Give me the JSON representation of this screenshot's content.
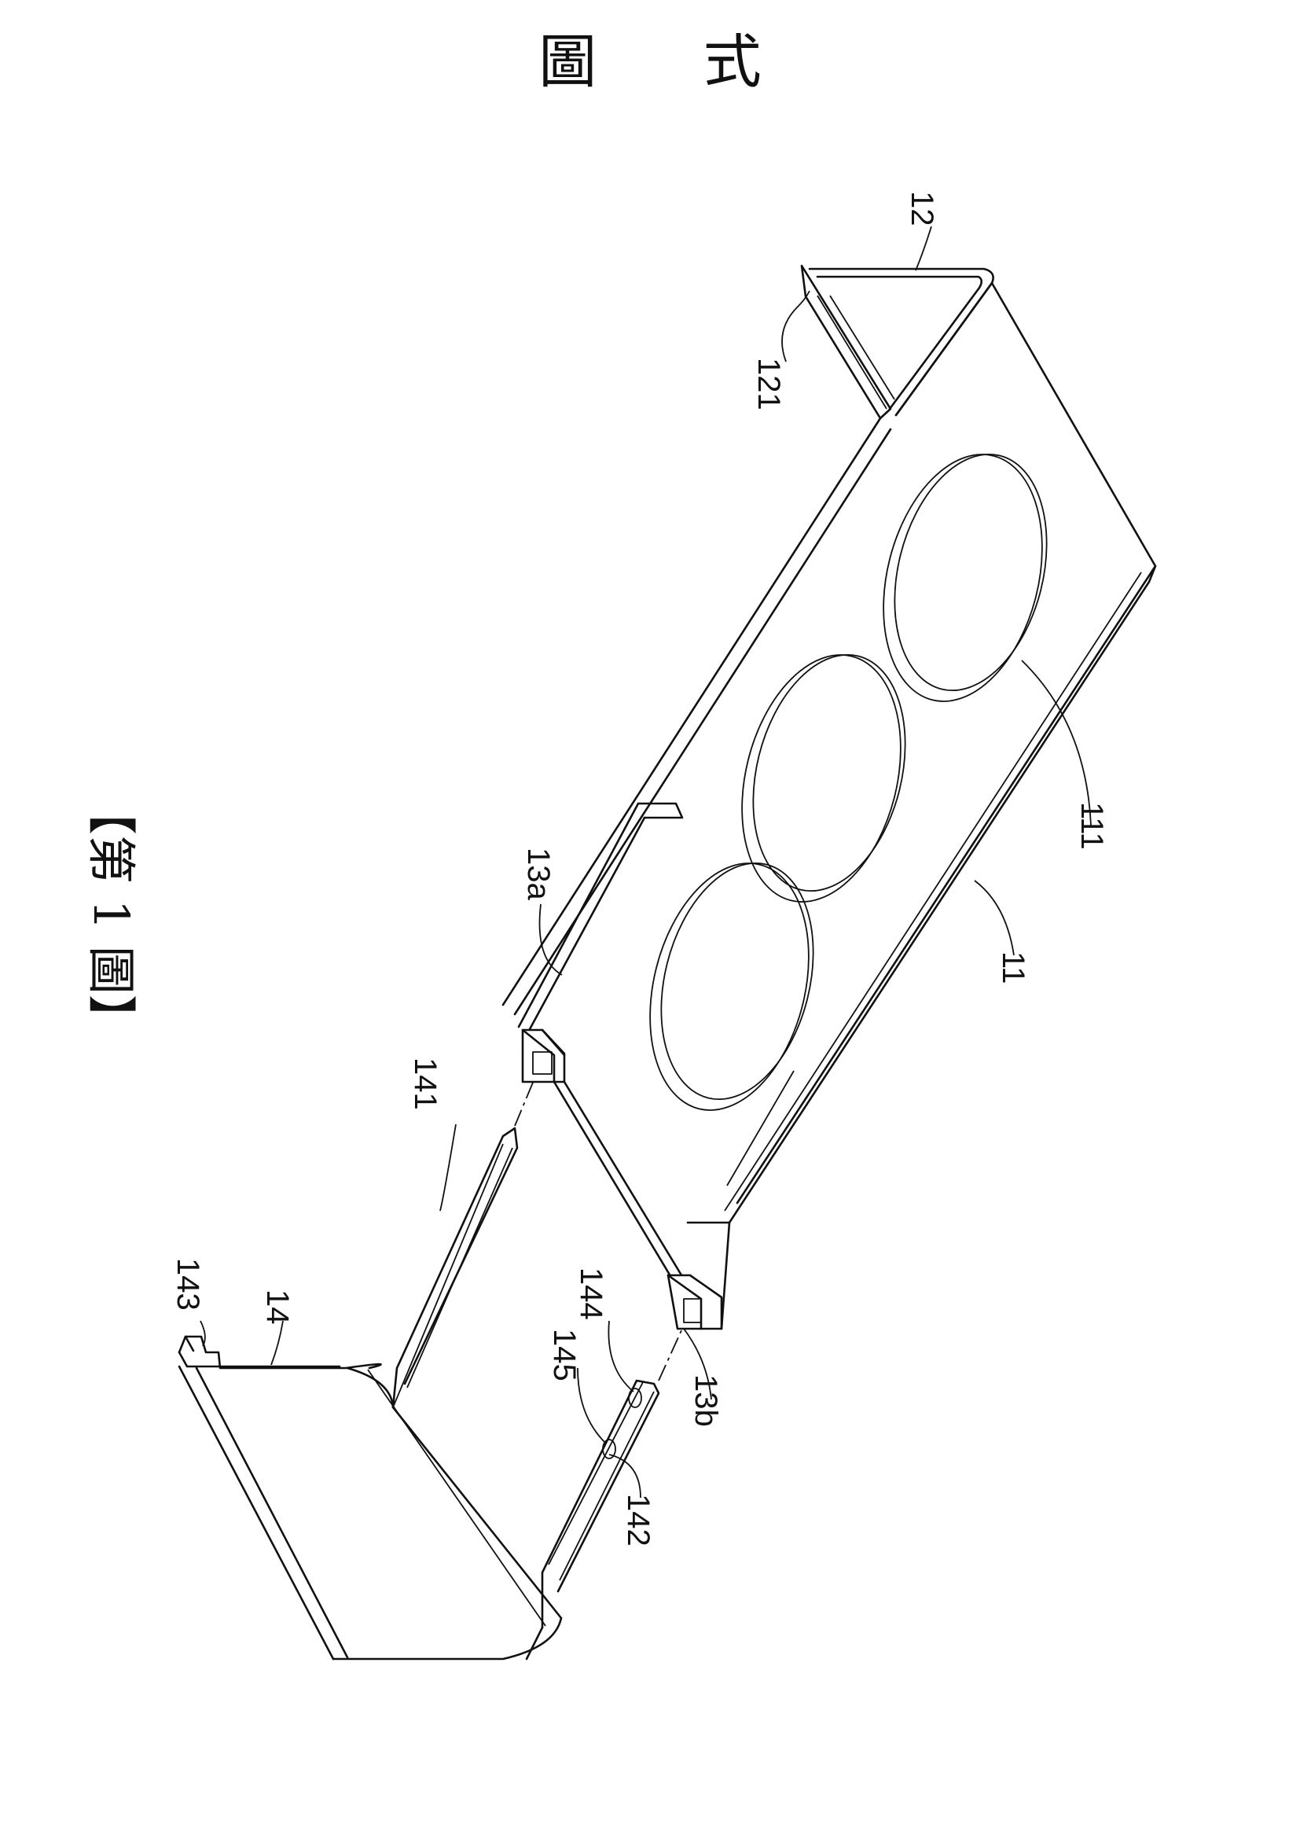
{
  "header": {
    "title": "圖 式"
  },
  "figure_caption": "【第 1 圖】",
  "reference_numerals": {
    "r12": "12",
    "r121": "121",
    "r111": "111",
    "r11": "11",
    "r13a": "13a",
    "r13b": "13b",
    "r141": "141",
    "r142": "142",
    "r143": "143",
    "r14": "14",
    "r144": "144",
    "r145": "145"
  }
}
